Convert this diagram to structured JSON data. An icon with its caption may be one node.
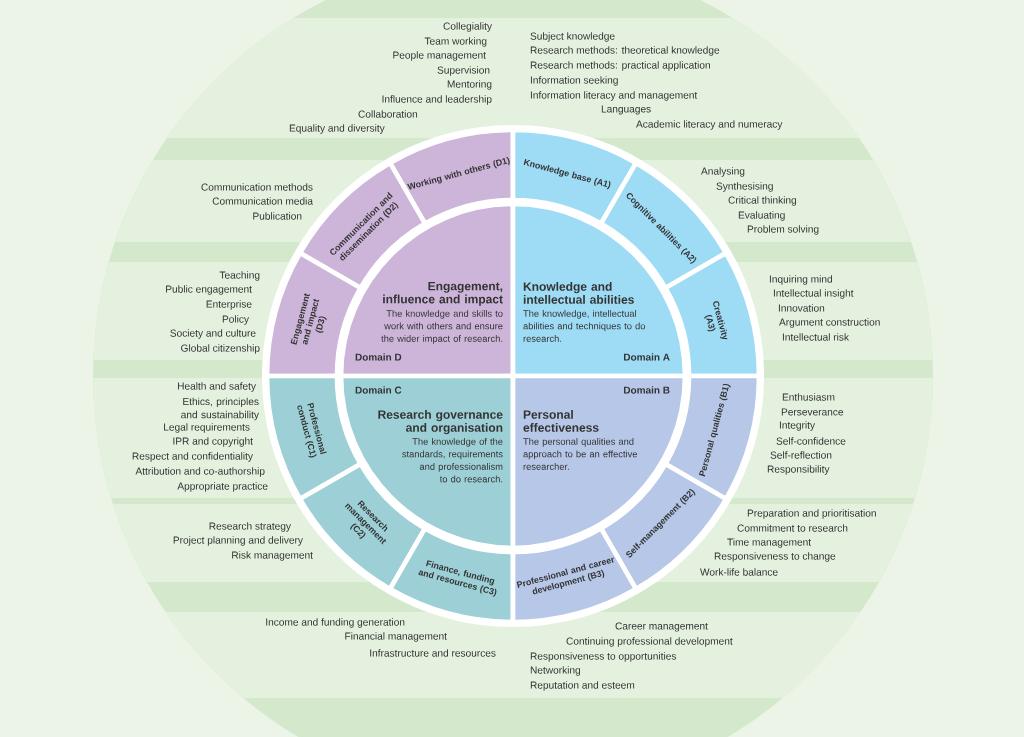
{
  "diagram": {
    "nodes": [
      {
        "text": [
          "Engagement, influence and impact",
          "The knowledge and skills to work with others and ensure the wider impact of research.",
          "Domain D"
        ]
      },
      {
        "text": [
          "Knowledge and intellectual abilities",
          "The knowledge, intellectual abilities and techniques to do research.",
          "Domain A"
        ]
      },
      {
        "text": [
          "Domain C",
          "Research governance and organisation",
          "The knowledge of the standards, requirements and professionalism to do research."
        ]
      },
      {
        "text": [
          "Domain B",
          "Personal effectiveness",
          "The personal qualities and approach to be an effective researcher."
        ]
      },
      {
        "text": [
          "Working with others (D1)"
        ],
        "beside": [
          "Collegiality",
          "Team working",
          "People management",
          "Supervision",
          "Mentoring",
          "Influence and leadership",
          "Collaboration",
          "Equality and diversity"
        ]
      },
      {
        "text": [
          "Knowledge base (A1)"
        ],
        "beside": [
          "Subject knowledge",
          "Research methods: theoretical knowledge",
          "Research methods: practical application",
          "Information seeking",
          "Information literacy and management",
          "Languages",
          "Academic literacy and numeracy"
        ]
      },
      {
        "text": [
          "Communication and dissemination (D2)"
        ],
        "beside": [
          "Communication methods",
          "Communication media",
          "Publication"
        ]
      },
      {
        "text": [
          "Cognitive abilities (A2)"
        ],
        "beside": [
          "Analysing",
          "Synthesising",
          "Critical thinking",
          "Evaluating",
          "Problem solving"
        ]
      },
      {
        "text": [
          "Engagement and impact (D3)"
        ],
        "beside": [
          "Teaching",
          "Public engagement",
          "Enterprise",
          "Policy",
          "Society and culture",
          "Global citizenship"
        ]
      },
      {
        "text": [
          "Creativity (A3)"
        ],
        "beside": [
          "Inquiring mind",
          "Intellectual insight",
          "Innovation",
          "Argument construction",
          "Intellectual risk"
        ]
      },
      {
        "text": [
          "Professional conduct (C1)"
        ],
        "beside": [
          "Health and safety",
          "Ethics, principles and sustainability",
          "Legal requirements",
          "IPR and copyright",
          "Respect and confidentiality",
          "Attribution and co-authorship",
          "Appropriate practice"
        ]
      },
      {
        "text": [
          "Personal qualities (B1)"
        ],
        "beside": [
          "Enthusiasm",
          "Perseverance",
          "Integrity",
          "Self-confidence",
          "Self-reflection",
          "Responsibility"
        ]
      },
      {
        "text": [
          "Research management (C2)"
        ],
        "beside": [
          "Research strategy",
          "Project planning and delivery",
          "Risk management"
        ]
      },
      {
        "text": [
          "Self-management (B2)"
        ],
        "beside": [
          "Preparation and prioritisation",
          "Commitment to research",
          "Time management",
          "Responsiveness to change",
          "Work-life balance"
        ]
      },
      {
        "text": [
          "Finance, funding and resources (C3)"
        ],
        "beside": [
          "Income and funding generation",
          "Financial management",
          "Infrastructure and resources"
        ]
      },
      {
        "text": [
          "Professional and career development (B3)"
        ],
        "beside": [
          "Career management",
          "Continuing professional development",
          "Responsiveness to opportunities",
          "Networking",
          "Reputation and esteem"
        ]
      }
    ]
  }
}
